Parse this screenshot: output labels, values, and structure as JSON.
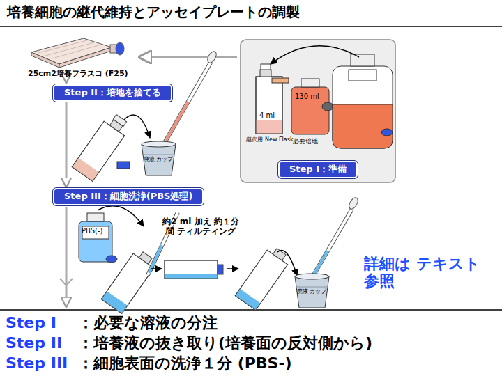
{
  "diagram": {
    "title": "培養細胞の継代維持とアッセイプレートの調製",
    "nodes": [
      {
        "text": [
          "Step II：培地を捨てる"
        ]
      },
      {
        "text": [
          "Step I：準備"
        ]
      },
      {
        "text": [
          "Step III：細胞洗浄(PBS処理)"
        ]
      }
    ],
    "edges": [
      {
        "from": 0,
        "to": 2,
        "arrow": "to"
      }
    ],
    "labels": [
      "25cm2培養フラスコ (F25)",
      "4 ml",
      "継代用 New Flask",
      "130 ml",
      "必要培地",
      "廃液 カップ",
      "PBS(-)",
      "約2 ml 加え 約１分間 ティルティング",
      "廃液 カップ",
      "詳細は テキスト参照",
      "Step I",
      "：必要な溶液の分注",
      "Step II",
      "：培養液の抜き取り(培養面の反対側から)",
      "Step III",
      "：細胞表面の洗浄１分 (PBS-)"
    ]
  }
}
